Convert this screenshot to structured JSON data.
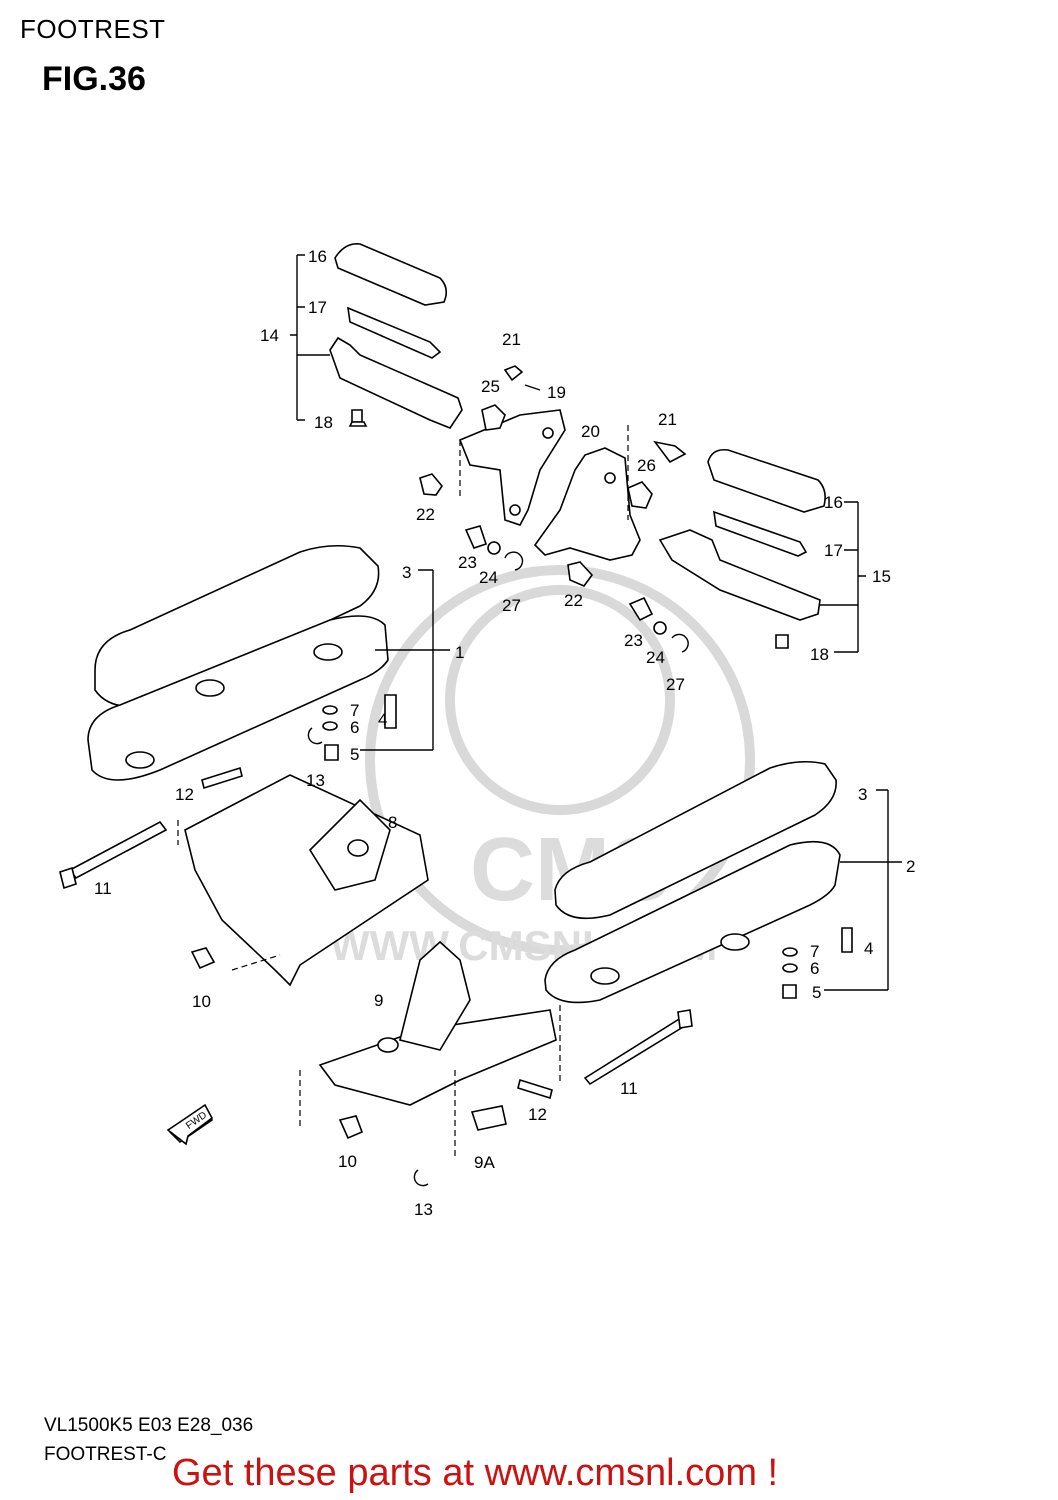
{
  "header": {
    "section": "FOOTREST",
    "figure": "FIG.36"
  },
  "watermark": {
    "logo": "CMS",
    "url": "WWW.CMSNL.COM"
  },
  "diagram": {
    "labels": [
      "1",
      "2",
      "3",
      "3",
      "4",
      "4",
      "5",
      "5",
      "6",
      "6",
      "7",
      "7",
      "8",
      "9",
      "9A",
      "10",
      "10",
      "11",
      "11",
      "12",
      "12",
      "13",
      "13",
      "14",
      "15",
      "16",
      "16",
      "17",
      "17",
      "18",
      "18",
      "19",
      "20",
      "21",
      "21",
      "22",
      "22",
      "23",
      "23",
      "24",
      "24",
      "25",
      "26",
      "27",
      "27"
    ],
    "fwd_arrow": "FWD"
  },
  "footer": {
    "model_code": "VL1500K5 E03 E28_036",
    "subtitle": "FOOTREST-C",
    "promo": "Get these parts at www.cmsnl.com !"
  },
  "colors": {
    "promo": "#cc1111",
    "watermark": "#d9d9d9"
  }
}
